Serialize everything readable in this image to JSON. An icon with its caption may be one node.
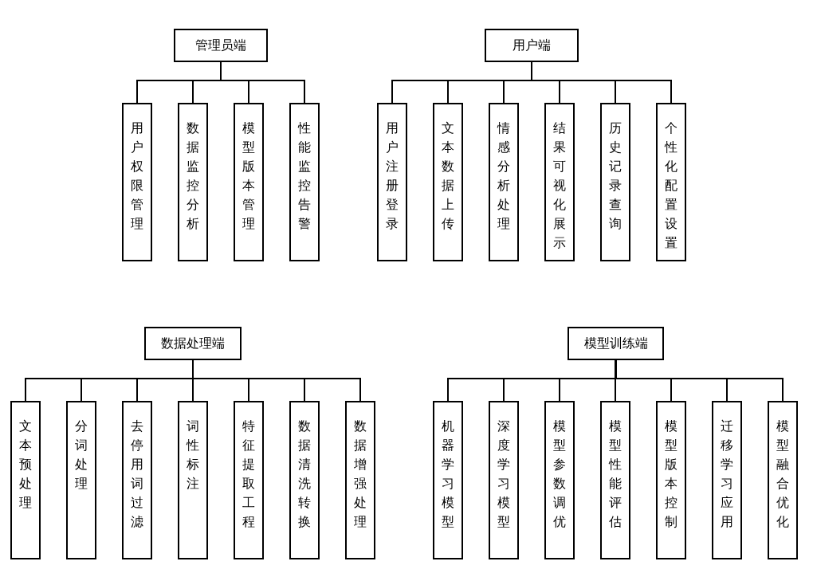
{
  "diagram": {
    "nodes": [
      {
        "text": [
          "管理员端"
        ]
      },
      {
        "text": [
          "用户权限管理"
        ]
      },
      {
        "text": [
          "数据监控分析"
        ]
      },
      {
        "text": [
          "模型版本管理"
        ]
      },
      {
        "text": [
          "性能监控告警"
        ]
      },
      {
        "text": [
          "用户端"
        ]
      },
      {
        "text": [
          "用户注册登录"
        ]
      },
      {
        "text": [
          "文本数据上传"
        ]
      },
      {
        "text": [
          "情感分析处理"
        ]
      },
      {
        "text": [
          "结果可视化展示"
        ]
      },
      {
        "text": [
          "历史记录查询"
        ]
      },
      {
        "text": [
          "个性化配置设置"
        ]
      },
      {
        "text": [
          "数据处理端"
        ]
      },
      {
        "text": [
          "文本预处理"
        ]
      },
      {
        "text": [
          "分词处理"
        ]
      },
      {
        "text": [
          "去停用词过滤"
        ]
      },
      {
        "text": [
          "词性标注"
        ]
      },
      {
        "text": [
          "特征提取工程"
        ]
      },
      {
        "text": [
          "数据清洗转换"
        ]
      },
      {
        "text": [
          "数据增强处理"
        ]
      },
      {
        "text": [
          "模型训练端"
        ]
      },
      {
        "text": [
          "机器学习模型"
        ]
      },
      {
        "text": [
          "深度学习模型"
        ]
      },
      {
        "text": [
          "模型参数调优"
        ]
      },
      {
        "text": [
          "模型性能评估"
        ]
      },
      {
        "text": [
          "模型版本控制"
        ]
      },
      {
        "text": [
          "迁移学习应用"
        ]
      },
      {
        "text": [
          "模型融合优化"
        ]
      }
    ],
    "edges": [
      {
        "from": 0,
        "to": 1,
        "arrow": "none"
      },
      {
        "from": 0,
        "to": 2,
        "arrow": "none"
      },
      {
        "from": 0,
        "to": 3,
        "arrow": "none"
      },
      {
        "from": 0,
        "to": 4,
        "arrow": "none"
      },
      {
        "from": 5,
        "to": 6,
        "arrow": "none"
      },
      {
        "from": 5,
        "to": 7,
        "arrow": "none"
      },
      {
        "from": 5,
        "to": 8,
        "arrow": "none"
      },
      {
        "from": 5,
        "to": 9,
        "arrow": "none"
      },
      {
        "from": 5,
        "to": 10,
        "arrow": "none"
      },
      {
        "from": 5,
        "to": 11,
        "arrow": "none"
      },
      {
        "from": 12,
        "to": 13,
        "arrow": "none"
      },
      {
        "from": 12,
        "to": 14,
        "arrow": "none"
      },
      {
        "from": 12,
        "to": 15,
        "arrow": "none"
      },
      {
        "from": 12,
        "to": 16,
        "arrow": "none"
      },
      {
        "from": 12,
        "to": 17,
        "arrow": "none"
      },
      {
        "from": 12,
        "to": 18,
        "arrow": "none"
      },
      {
        "from": 12,
        "to": 19,
        "arrow": "none"
      },
      {
        "from": 20,
        "to": 21,
        "arrow": "none"
      },
      {
        "from": 20,
        "to": 22,
        "arrow": "none"
      },
      {
        "from": 20,
        "to": 23,
        "arrow": "none"
      },
      {
        "from": 20,
        "to": 24,
        "arrow": "none"
      },
      {
        "from": 20,
        "to": 25,
        "arrow": "none"
      },
      {
        "from": 20,
        "to": 26,
        "arrow": "none"
      },
      {
        "from": 20,
        "to": 27,
        "arrow": "none"
      }
    ]
  }
}
